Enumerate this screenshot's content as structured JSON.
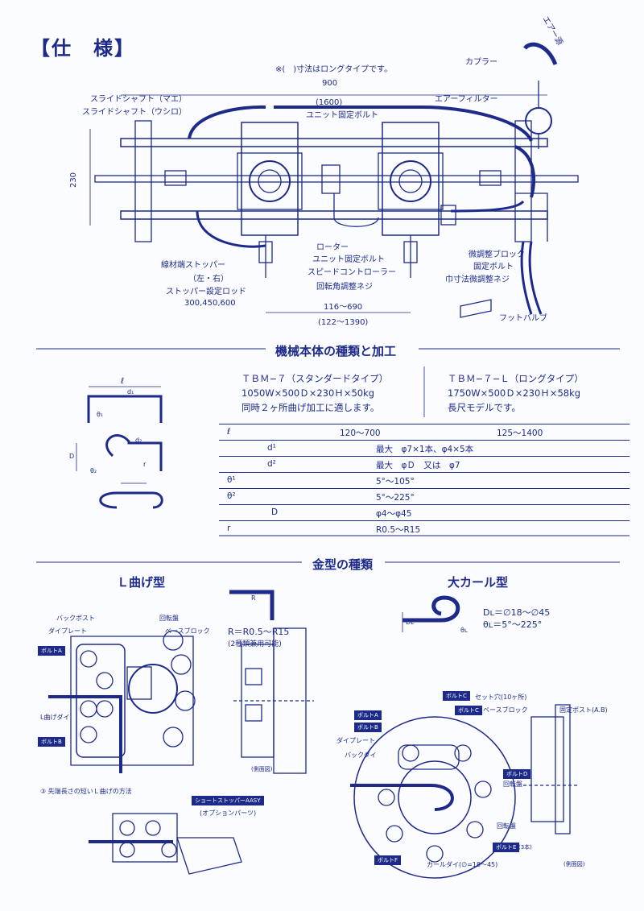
{
  "header": {
    "title": "【仕　様】",
    "note": "※(　)寸法はロングタイプです。"
  },
  "spec_diagram": {
    "dims": {
      "width": "900",
      "width_long": "(1600)",
      "height": "230",
      "stroke": "116〜690",
      "stroke_long": "(122〜1390)",
      "stopper_rod_len": "300,450,600"
    },
    "labels": {
      "slide_front": "スライドシャフト（マエ）",
      "slide_rear": "スライドシャフト（ウシロ）",
      "unit_bolt": "ユニット固定ボルト",
      "coupler": "カプラー",
      "air_filter": "エアーフィルター",
      "air_hose": "エアー源",
      "rotor": "ローター",
      "unit_bolt2": "ユニット固定ボルト",
      "speed_ctrl": "スピードコントローラー",
      "rot_adjust": "回転角調整ネジ",
      "stopper": "線材端ストッパー",
      "stopper_lr": "（左・右）",
      "stopper_rod": "ストッパー設定ロッド",
      "fine_block": "微調整ブロック",
      "fine_bolt": "固定ボルト",
      "width_adjust": "巾寸法微調整ネジ",
      "foot_valve": "フットバルブ"
    }
  },
  "machine_section": {
    "title": "機械本体の種類と加工",
    "std": {
      "name": "ＴＢＭ−７（スタンダードタイプ）",
      "dims": "1050W×500Ｄ×230Ｈ×50kg",
      "desc": "同時２ヶ所曲げ加工に適します。"
    },
    "long": {
      "name": "ＴＢＭ−７−Ｌ（ロングタイプ）",
      "dims": "1750W×500Ｄ×230Ｈ×58kg",
      "desc": "長尺モデルです。"
    },
    "table": [
      {
        "label": "ℓ",
        "std": "120〜700",
        "long": "125〜1400"
      },
      {
        "label": "d¹",
        "val": "最大　φ7×1本、φ4×5本"
      },
      {
        "label": "d²",
        "val": "最大　φＤ　又は　φ7"
      },
      {
        "label": "θ¹",
        "val": "5°〜105°"
      },
      {
        "label": "θ²",
        "val": "5°〜225°"
      },
      {
        "label": "D",
        "val": "φ4〜φ45"
      },
      {
        "label": "r",
        "val": "R0.5〜R15"
      }
    ],
    "fig_labels": {
      "l": "ℓ",
      "d1": "d₁",
      "d2": "d₂",
      "th1": "θ₁",
      "th2": "θ₂",
      "r": "r",
      "D": "D"
    }
  },
  "die_section": {
    "title": "金型の種類",
    "l_bend": {
      "title": "Ｌ曲げ型",
      "r_range": "R＝R0.5〜R15",
      "r_note": "(2種類兼用可能)",
      "r_icon": "R",
      "labels": {
        "back_post": "バックポスト",
        "rotary": "回転盤",
        "die_plate": "ダイプレート",
        "base_block": "ベースブロック",
        "bolt_a": "ボルトA",
        "l_die": "L曲げダイ",
        "bolt_b": "ボルトB",
        "side": "(側面図)",
        "note": "③ 先端長さの短いＬ曲げの方法",
        "stopper": "ショートストッパーAASY",
        "option": "(オプションパーツ)"
      }
    },
    "large_curl": {
      "title": "大カール型",
      "dl": "Dʟ＝∅18〜∅45",
      "thl": "θʟ＝5°〜225°",
      "fig_dl": "Dʟ",
      "fig_thl": "θʟ",
      "labels": {
        "bolt_c": "ボルトC",
        "set_hole": "セット穴(10ヶ所)",
        "base_block": "ベースブロック",
        "fixed_post": "固定ポスト(A.B)",
        "bolt_a": "ボルトA",
        "bolt_b": "ボルトB",
        "die_plate": "ダイプレート",
        "back_die": "バックダイ",
        "bolt_d": "ボルトD",
        "rotary": "回転盤",
        "rotary2": "回転盤",
        "bolt_e": "ボルトE",
        "bolt_e_note": "(3本)",
        "bolt_f": "ボルトF",
        "curl_die": "カールダイ(∅=18〜45)",
        "side": "(側面図)"
      }
    }
  },
  "colors": {
    "ink": "#1d2a8a",
    "paper": "#fbfcff"
  }
}
